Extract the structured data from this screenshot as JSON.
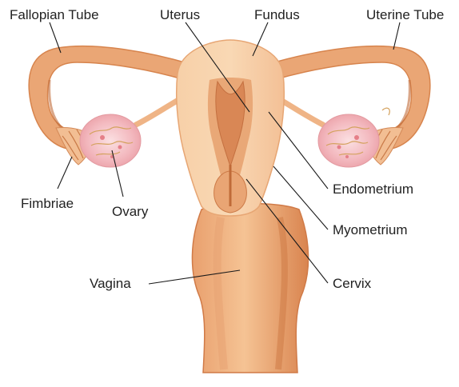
{
  "colors": {
    "tissue_light": "#f6cba0",
    "tissue_mid": "#eea878",
    "tissue_dark": "#d9844f",
    "tissue_deep": "#c26c3a",
    "ovary_pink": "#f6c2c6",
    "ovary_red": "#e37f86",
    "line": "#1a1a1a",
    "text": "#222222"
  },
  "labels": {
    "fallopian_tube": "Fallopian Tube",
    "uterus": "Uterus",
    "fundus": "Fundus",
    "uterine_tube": "Uterine Tube",
    "endometrium": "Endometrium",
    "myometrium": "Myometrium",
    "cervix": "Cervix",
    "vagina": "Vagina",
    "fimbriae": "Fimbriae",
    "ovary": "Ovary"
  }
}
